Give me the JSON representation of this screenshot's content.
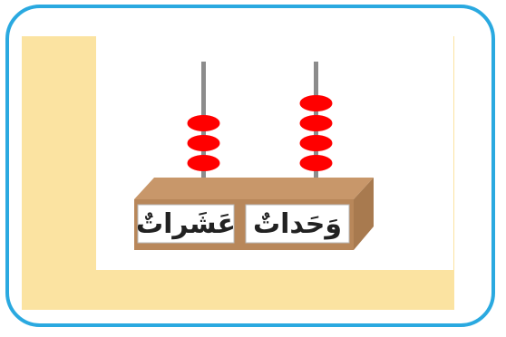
{
  "labels": {
    "tens": "عَشَراتٌ",
    "units": "وَحَداتٌ"
  },
  "abacus": {
    "tens_beads": 3,
    "units_beads": 4
  },
  "colors": {
    "frame": "#2aa9e0",
    "panel": "#fbe3a1",
    "bead": "#ff0000",
    "rod": "#8c8c8c",
    "base_top": "#c8976a",
    "base_front": "#b8875a"
  }
}
